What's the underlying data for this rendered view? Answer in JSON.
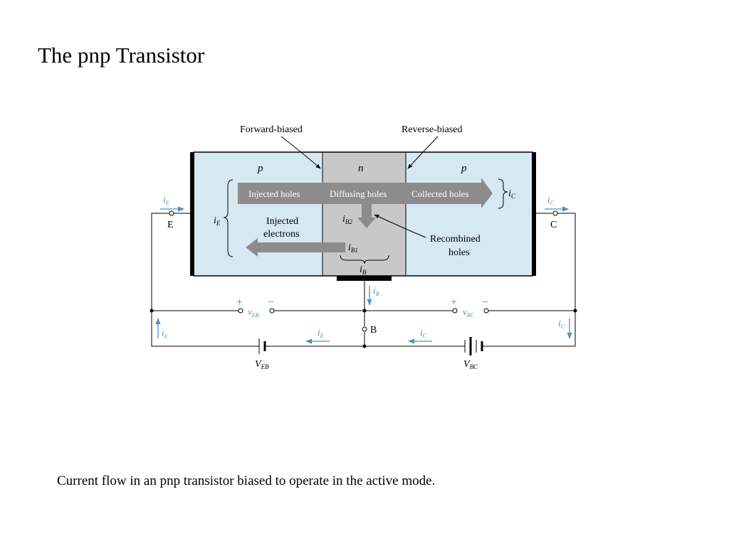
{
  "title": "The pnp Transistor",
  "caption": "Current flow in an pnp transistor biased to operate in the active mode.",
  "diagram": {
    "junction_labels": {
      "forward": "Forward-biased",
      "reverse": "Reverse-biased"
    },
    "regions": {
      "emitter": "p",
      "base": "n",
      "collector": "p"
    },
    "flows": {
      "injected_holes": "Injected holes",
      "diffusing_holes": "Diffusing holes",
      "collected_holes": "Collected holes",
      "injected_electrons_1": "Injected",
      "injected_electrons_2": "electrons",
      "recombined_1": "Recombined",
      "recombined_2": "holes"
    },
    "terminals": {
      "emitter": "E",
      "collector": "C",
      "base": "B"
    },
    "currents": {
      "i": "i",
      "E": "E",
      "C": "C",
      "B": "B",
      "B1": "B1",
      "B2": "B2"
    },
    "voltages": {
      "v": "v",
      "V": "V",
      "EB": "EB",
      "BC": "BC",
      "plus": "+",
      "minus": "−"
    },
    "colors": {
      "emitter_fill": "#d6e8f2",
      "base_fill": "#c8c8c8",
      "arrow_fill": "#8c8c8c",
      "annotation_blue": "#4a90c4"
    }
  }
}
